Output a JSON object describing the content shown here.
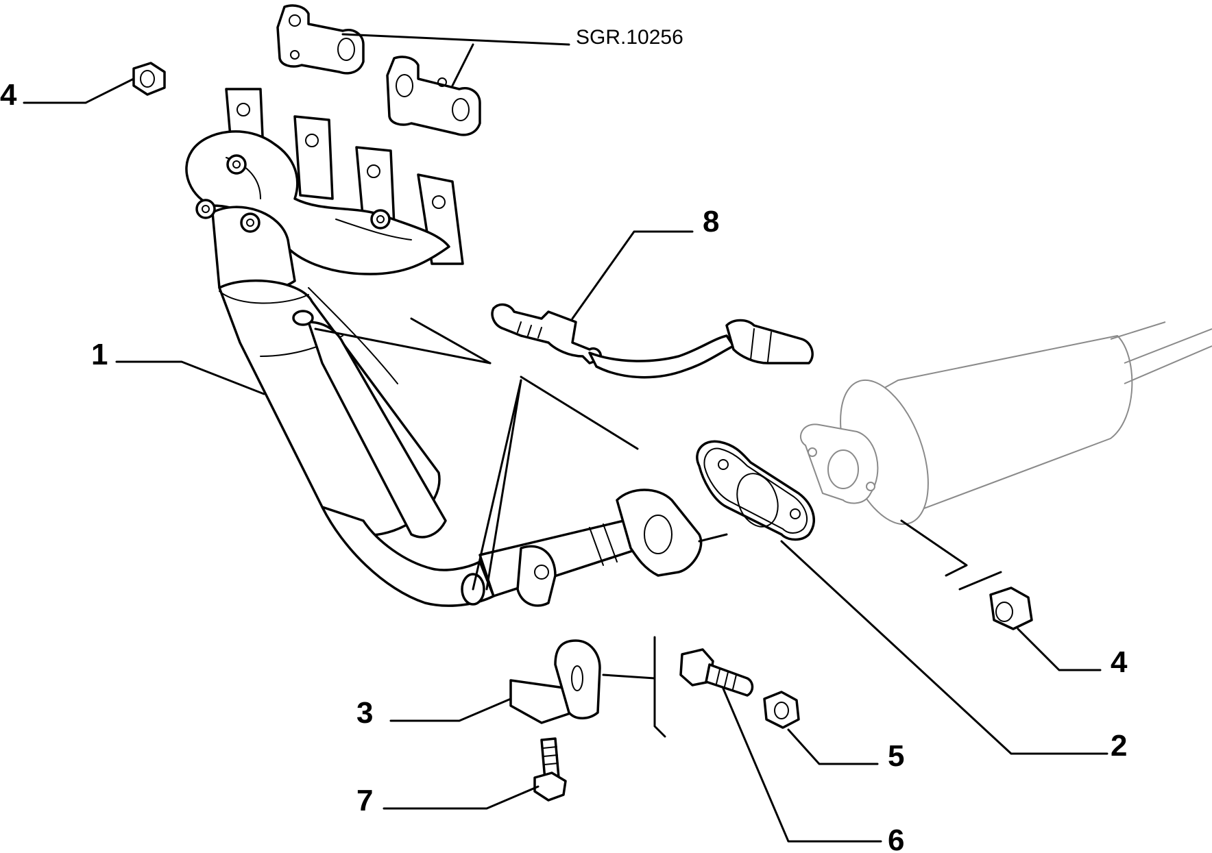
{
  "diagram": {
    "reference_code": "SGR.10256",
    "parts": [
      {
        "label": "1"
      },
      {
        "label": "2"
      },
      {
        "label": "3"
      },
      {
        "label": "4"
      },
      {
        "label": "4"
      },
      {
        "label": "5"
      },
      {
        "label": "6"
      },
      {
        "label": "7"
      },
      {
        "label": "8"
      }
    ]
  }
}
